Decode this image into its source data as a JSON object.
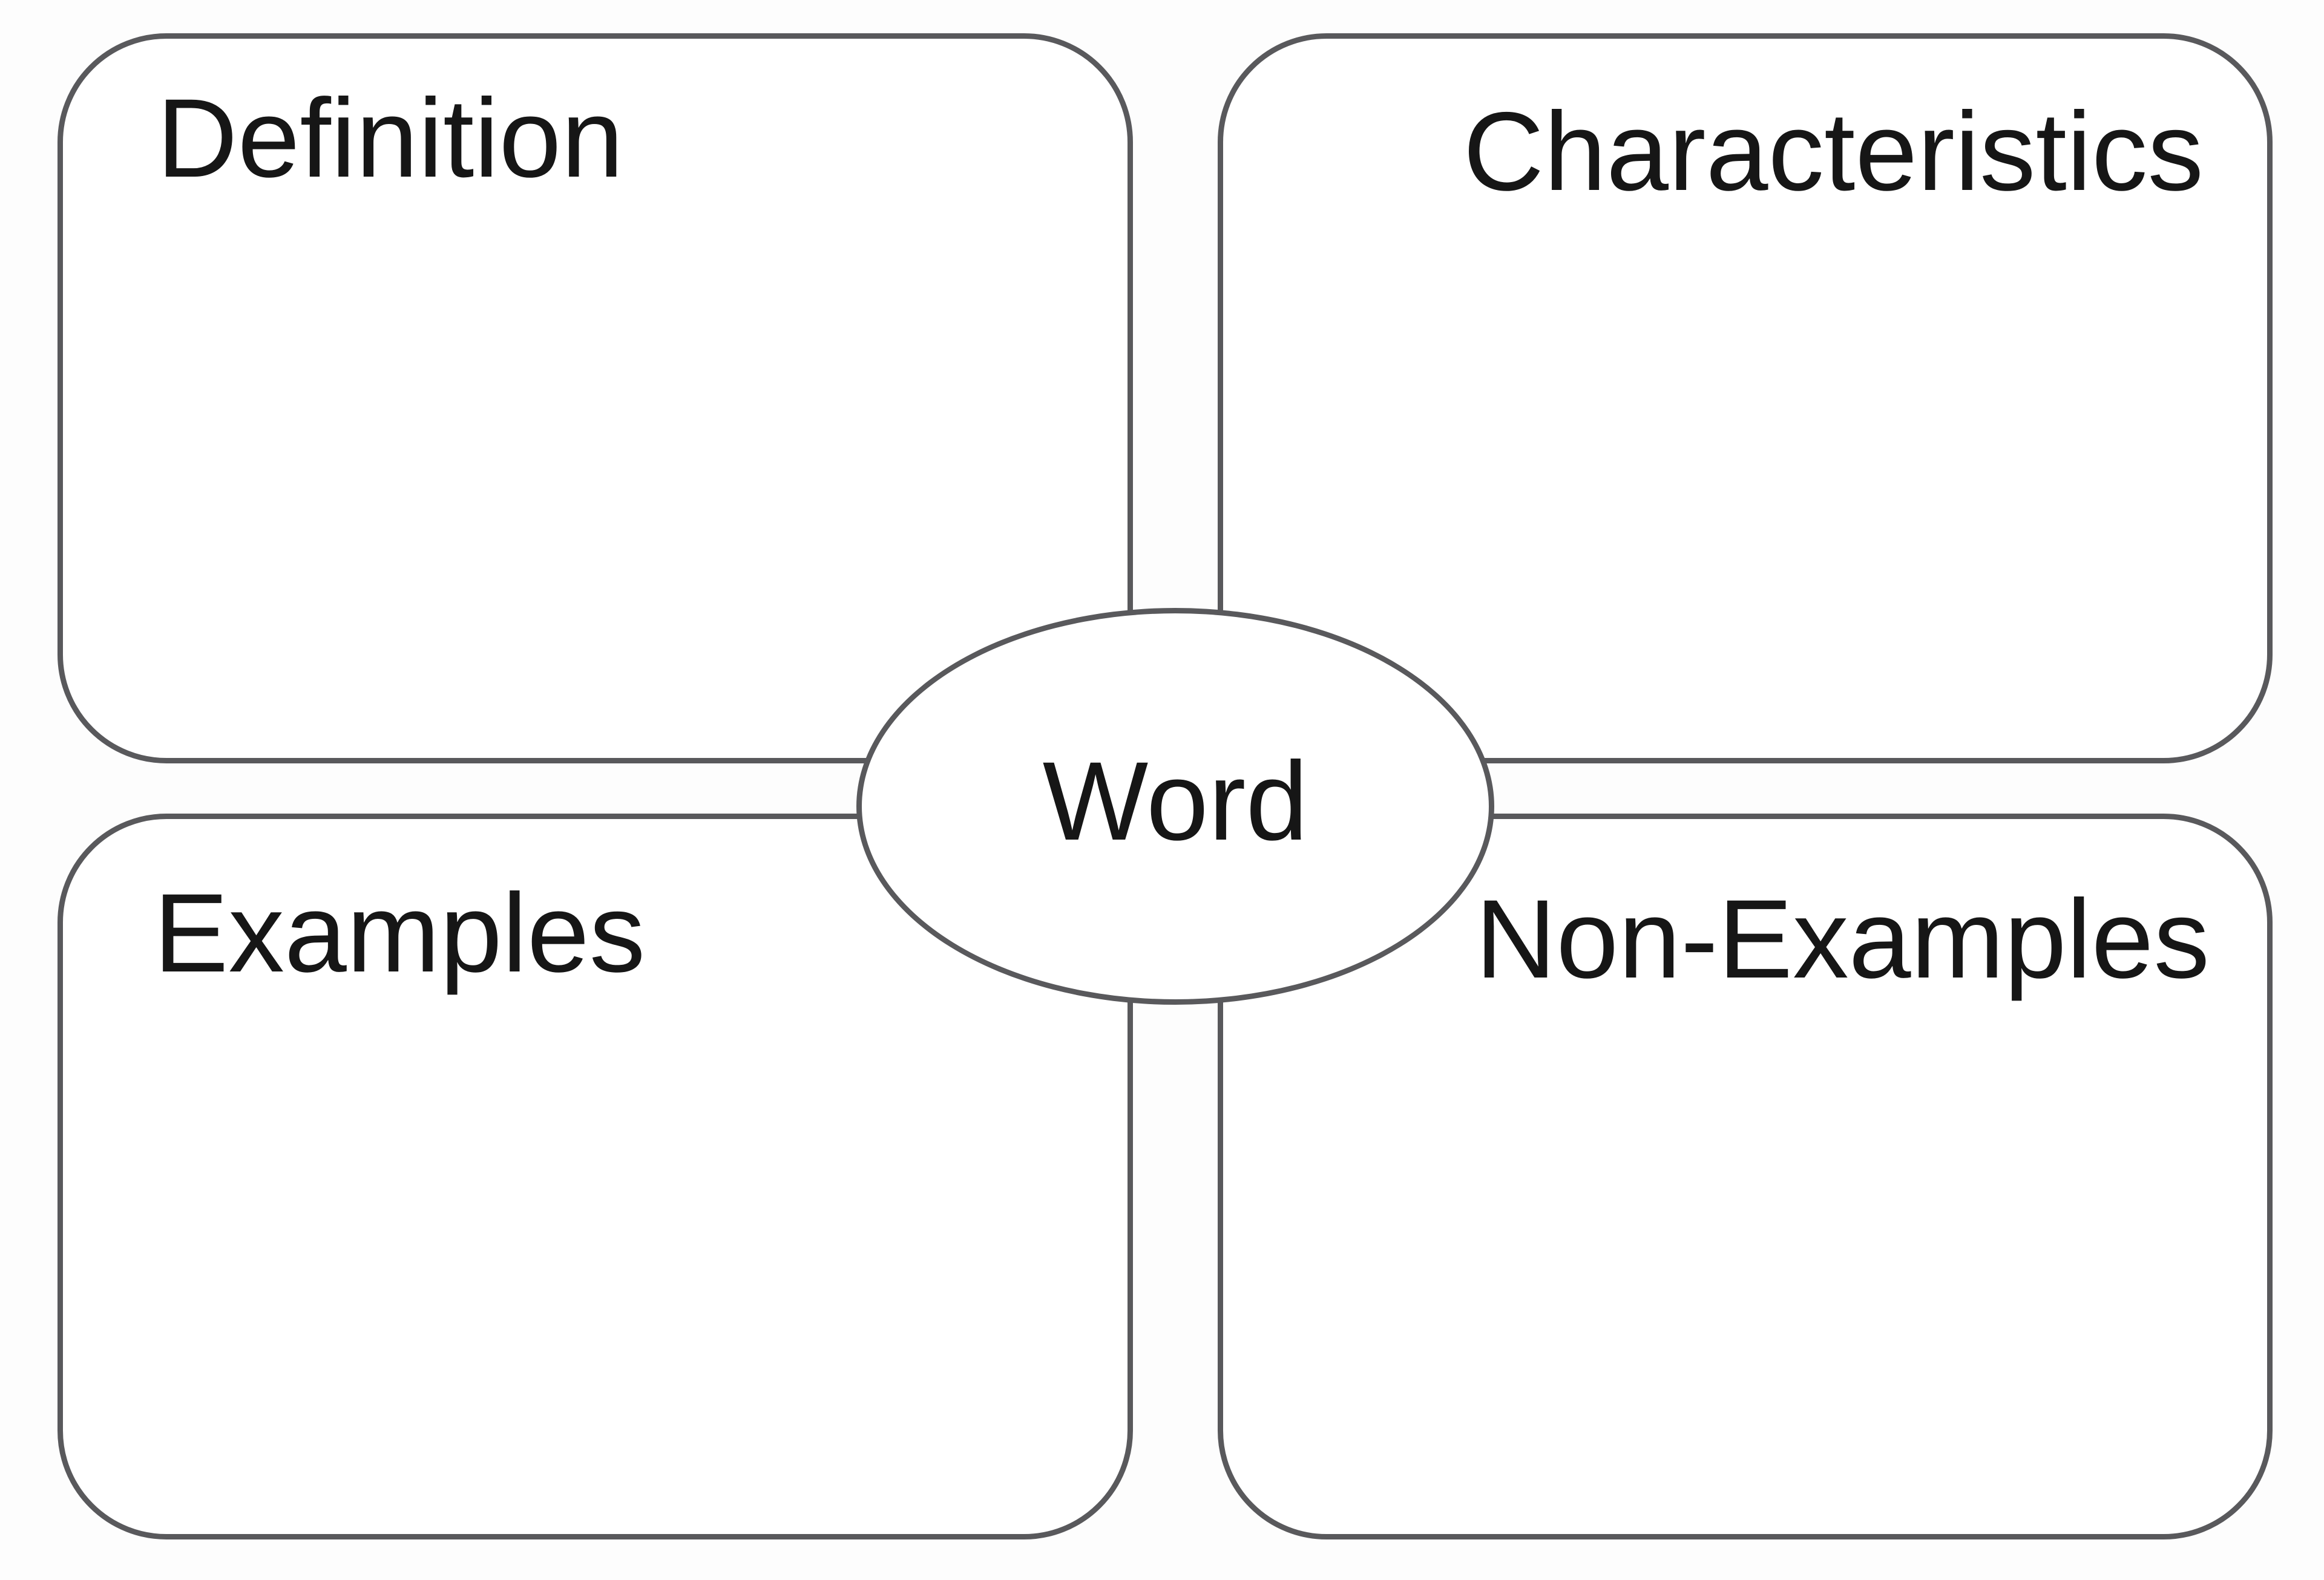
{
  "diagram": {
    "type": "frayer-model",
    "center": {
      "label": "Word"
    },
    "quadrants": [
      {
        "position": "top-left",
        "label": "Definition"
      },
      {
        "position": "top-right",
        "label": "Characteristics"
      },
      {
        "position": "bottom-left",
        "label": "Examples"
      },
      {
        "position": "bottom-right",
        "label": "Non-Examples"
      }
    ],
    "colors": {
      "border": "#59595c",
      "text": "#161616",
      "background": "#ffffff"
    }
  }
}
